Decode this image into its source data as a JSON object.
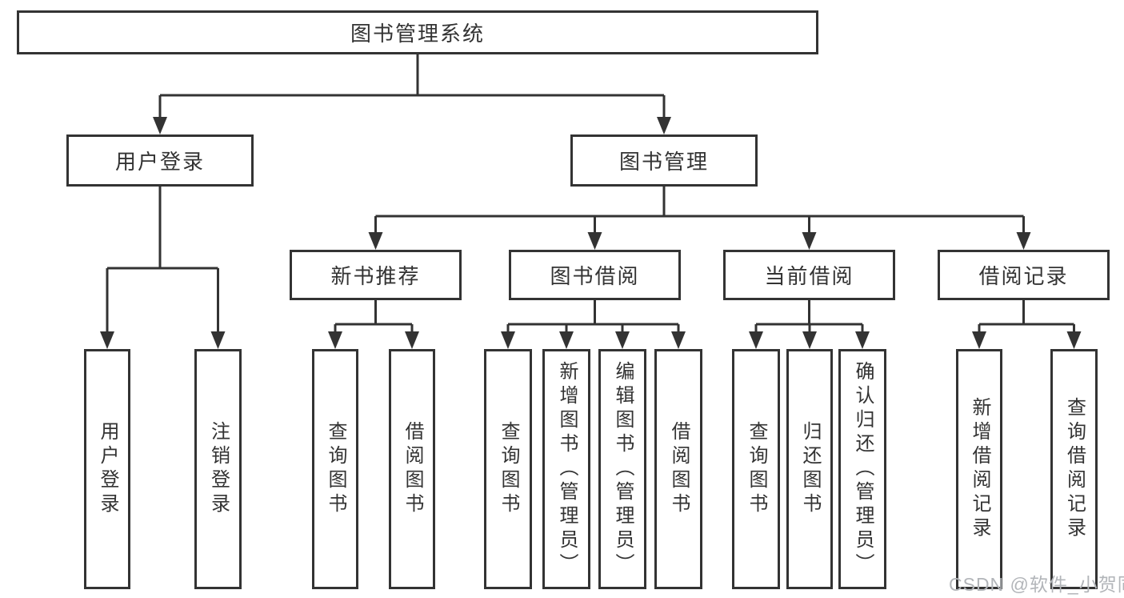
{
  "nodes": {
    "root": {
      "label": "图书管理系统"
    },
    "user_login": {
      "label": "用户登录",
      "children": [
        {
          "label": "用户登录"
        },
        {
          "label": "注销登录"
        }
      ]
    },
    "book_mgmt": {
      "label": "图书管理",
      "sections": [
        {
          "label": "新书推荐",
          "children": [
            {
              "label": "查询图书"
            },
            {
              "label": "借阅图书"
            }
          ]
        },
        {
          "label": "图书借阅",
          "children": [
            {
              "label": "查询图书"
            },
            {
              "label": "新增图书（管理员）"
            },
            {
              "label": "编辑图书（管理员）"
            },
            {
              "label": "借阅图书"
            }
          ]
        },
        {
          "label": "当前借阅",
          "children": [
            {
              "label": "查询图书"
            },
            {
              "label": "归还图书"
            },
            {
              "label": "确认归还（管理员）"
            }
          ]
        },
        {
          "label": "借阅记录",
          "children": [
            {
              "label": "新增借阅记录"
            },
            {
              "label": "查询借阅记录"
            }
          ]
        }
      ]
    }
  },
  "watermark": "CSDN @软件_小贺同学",
  "colors": {
    "line": "#333333",
    "text": "#333333",
    "watermark": "#b2b5b9",
    "background": "#ffffff"
  }
}
